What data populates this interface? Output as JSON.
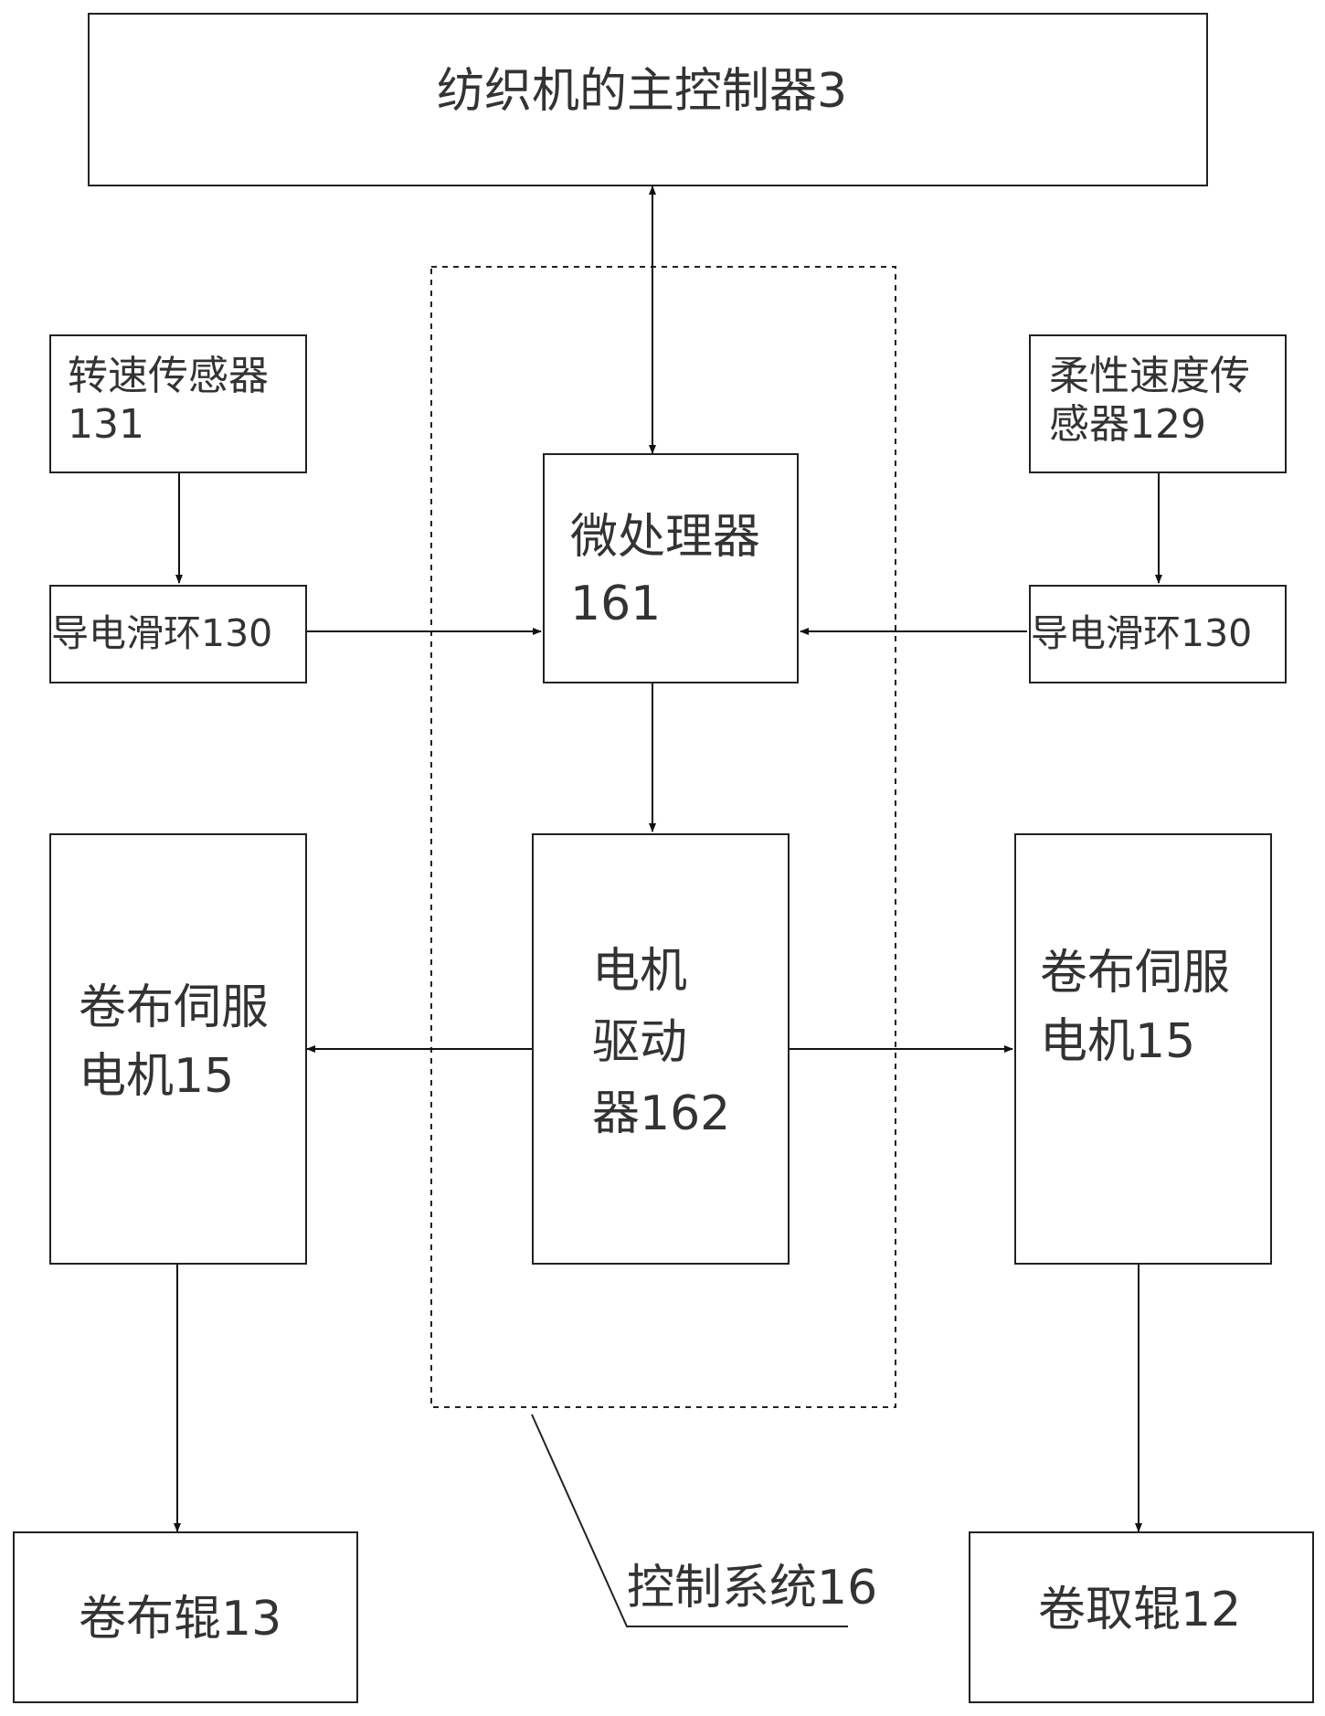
{
  "main_controller": "纺织机的主控制器3",
  "speed_sensor": "转速传感器\n131",
  "flex_speed_sensor": "柔性速度传\n感器129",
  "slip_ring_left": "导电滑环130",
  "slip_ring_right": "导电滑环130",
  "microprocessor": "微处理器\n161",
  "motor_driver": "电机\n驱动\n器162",
  "servo_left": "卷布伺服\n电机15",
  "servo_right": "卷布伺服\n电机15",
  "cloth_roller": "卷布辊13",
  "takeup_roller": "卷取辊12",
  "control_system": "控制系统16"
}
